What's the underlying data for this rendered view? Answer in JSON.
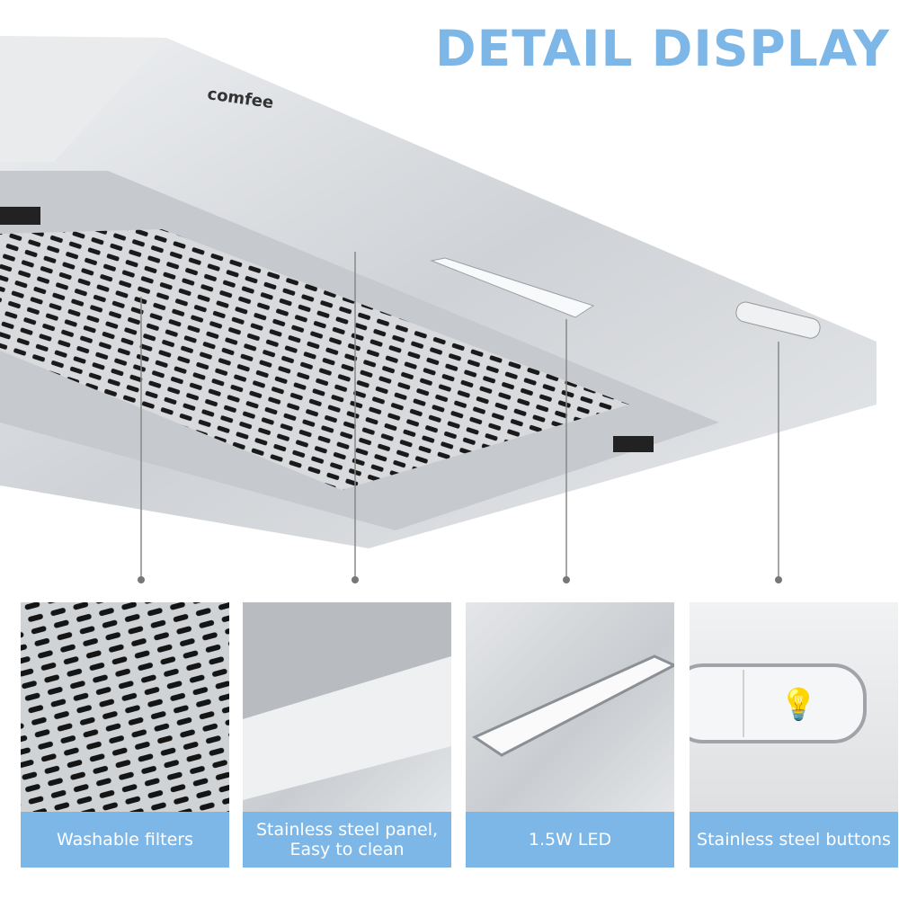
{
  "header": {
    "title": "DETAIL DISPLAY"
  },
  "brand": "comfee",
  "features": [
    {
      "label": "Washable filters"
    },
    {
      "label": "Stainless steel panel, Easy to clean"
    },
    {
      "label": "1.5W LED"
    },
    {
      "label": "Stainless steel buttons"
    }
  ],
  "colors": {
    "accent": "#7db7e8",
    "steel": "#c9ccd0"
  }
}
